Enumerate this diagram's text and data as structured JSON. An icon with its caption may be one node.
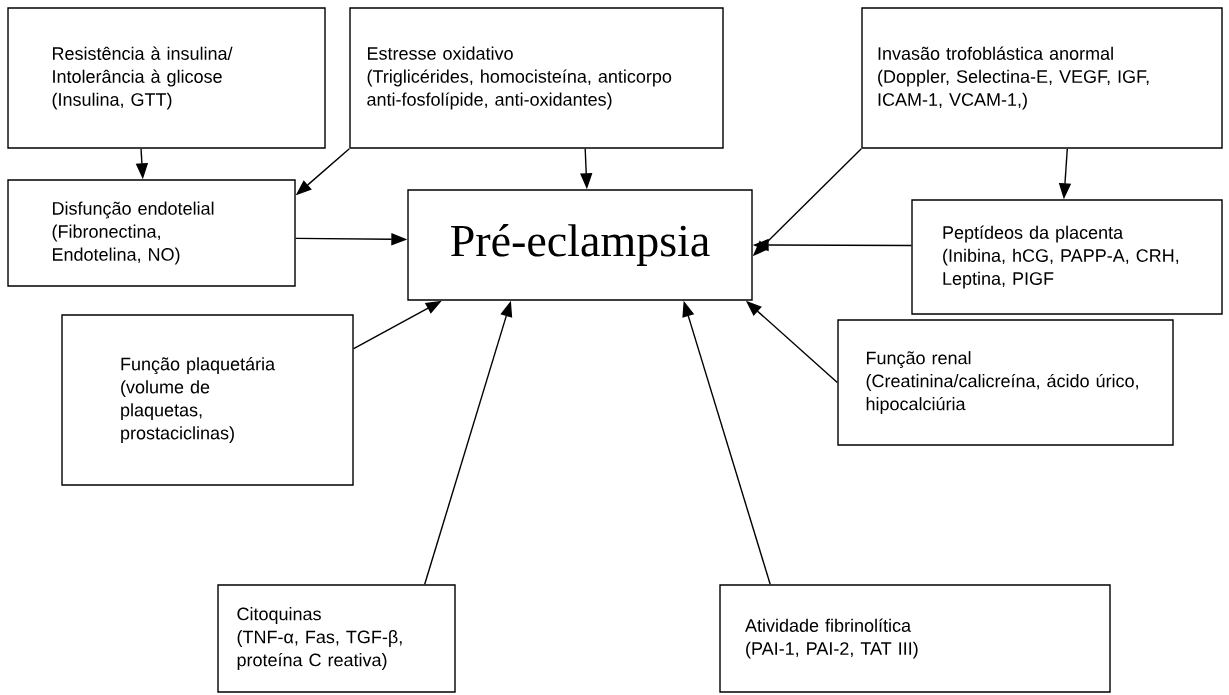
{
  "diagram": {
    "nodes": [
      {
        "text": [
          "Resistência à insulina/ Intolerância à glicose",
          "(Insulina, GTT)"
        ]
      },
      {
        "text": [
          "Estresse oxidativo",
          "(Triglicérides, homocisteína, anticorpo anti-fosfolípide, anti-oxidantes)"
        ]
      },
      {
        "text": [
          "Invasão trofoblástica anormal",
          "(Doppler, Selectina-E, VEGF, IGF, ICAM-1, VCAM-1,)"
        ]
      },
      {
        "text": [
          "Disfunção endotelial",
          "(Fibronectina, Endotelina, NO)"
        ]
      },
      {
        "text": [
          "Pré-eclampsia"
        ]
      },
      {
        "text": [
          "Peptídeos da placenta",
          "(Inibina, hCG, PAPP-A, CRH, Leptina, PIGF"
        ]
      },
      {
        "text": [
          "Função plaquetária",
          "(volume de plaquetas, prostaciclinas)"
        ]
      },
      {
        "text": [
          "Função renal",
          "(Creatinina/calicreína, ácido úrico, hipocalciúria"
        ]
      },
      {
        "text": [
          "Citoquinas",
          "(TNF-α, Fas, TGF-β, proteína C reativa)"
        ]
      },
      {
        "text": [
          "Atividade fibrinolítica",
          "(PAI-1, PAI-2, TAT III)"
        ]
      }
    ],
    "edges": [
      {
        "from": 0,
        "to": 3,
        "arrow": "to"
      },
      {
        "from": 1,
        "to": 3,
        "arrow": "to"
      },
      {
        "from": 1,
        "to": 4,
        "arrow": "to"
      },
      {
        "from": 2,
        "to": 4,
        "arrow": "to"
      },
      {
        "from": 2,
        "to": 5,
        "arrow": "to"
      },
      {
        "from": 3,
        "to": 4,
        "arrow": "to"
      },
      {
        "from": 5,
        "to": 4,
        "arrow": "to"
      },
      {
        "from": 6,
        "to": 4,
        "arrow": "to"
      },
      {
        "from": 8,
        "to": 4,
        "arrow": "to"
      },
      {
        "from": 9,
        "to": 4,
        "arrow": "to"
      },
      {
        "from": 7,
        "to": 4,
        "arrow": "to"
      }
    ]
  }
}
